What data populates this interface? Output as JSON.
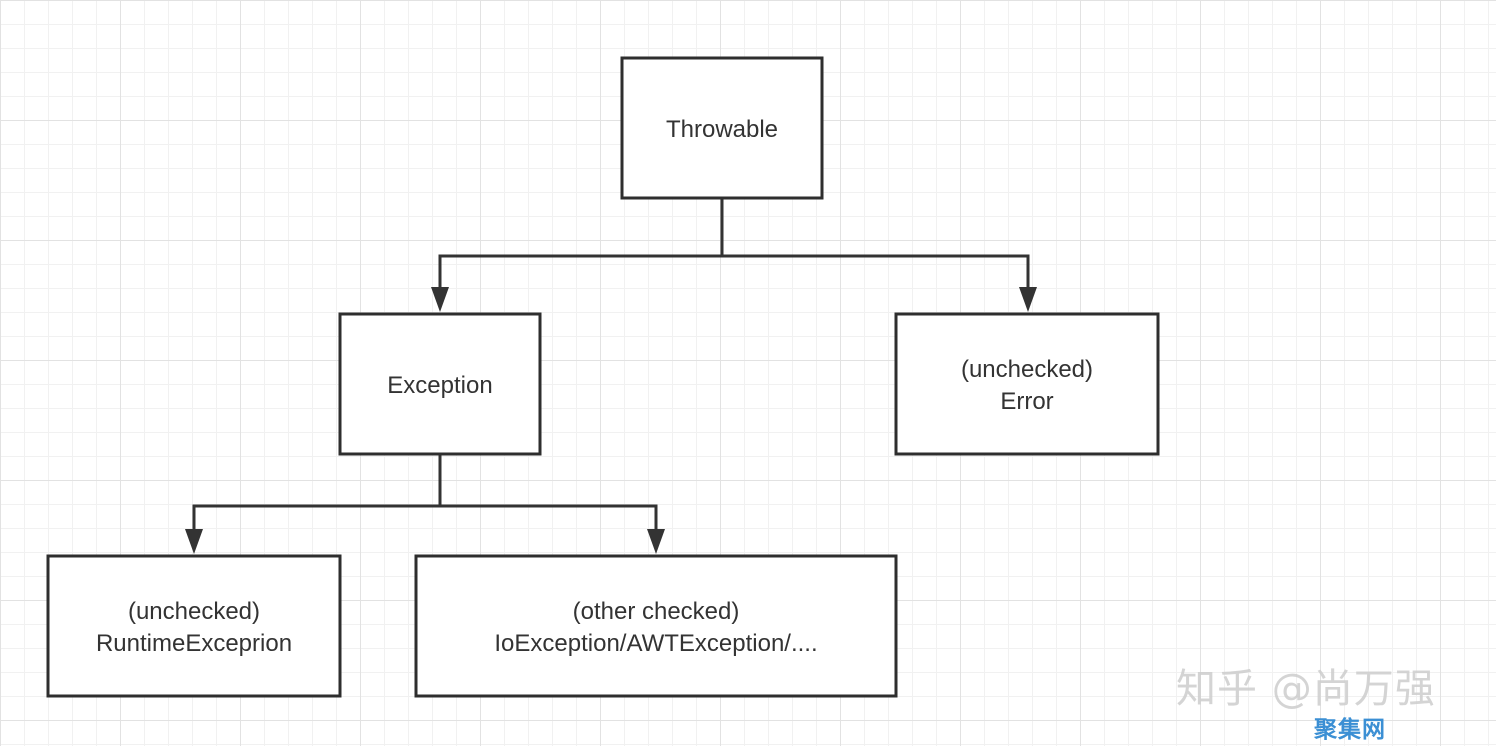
{
  "diagram": {
    "colors": {
      "box_stroke": "#2e2e2e",
      "edge": "#333333",
      "text": "#333333",
      "grid": "#e2e2e2"
    },
    "nodes": {
      "throwable": {
        "lines": [
          "Throwable"
        ]
      },
      "exception": {
        "lines": [
          "Exception"
        ]
      },
      "error": {
        "lines": [
          "(unchecked)",
          "Error"
        ]
      },
      "runtime": {
        "lines": [
          "(unchecked)",
          "RuntimeExceprion"
        ]
      },
      "checked": {
        "lines": [
          "(other checked)",
          "IoException/AWTException/...."
        ]
      }
    },
    "edges": [
      {
        "from": "throwable",
        "to": "exception"
      },
      {
        "from": "throwable",
        "to": "error"
      },
      {
        "from": "exception",
        "to": "runtime"
      },
      {
        "from": "exception",
        "to": "checked"
      }
    ]
  },
  "watermark": {
    "main": "知乎 @尚万强",
    "sub": "聚集网"
  }
}
